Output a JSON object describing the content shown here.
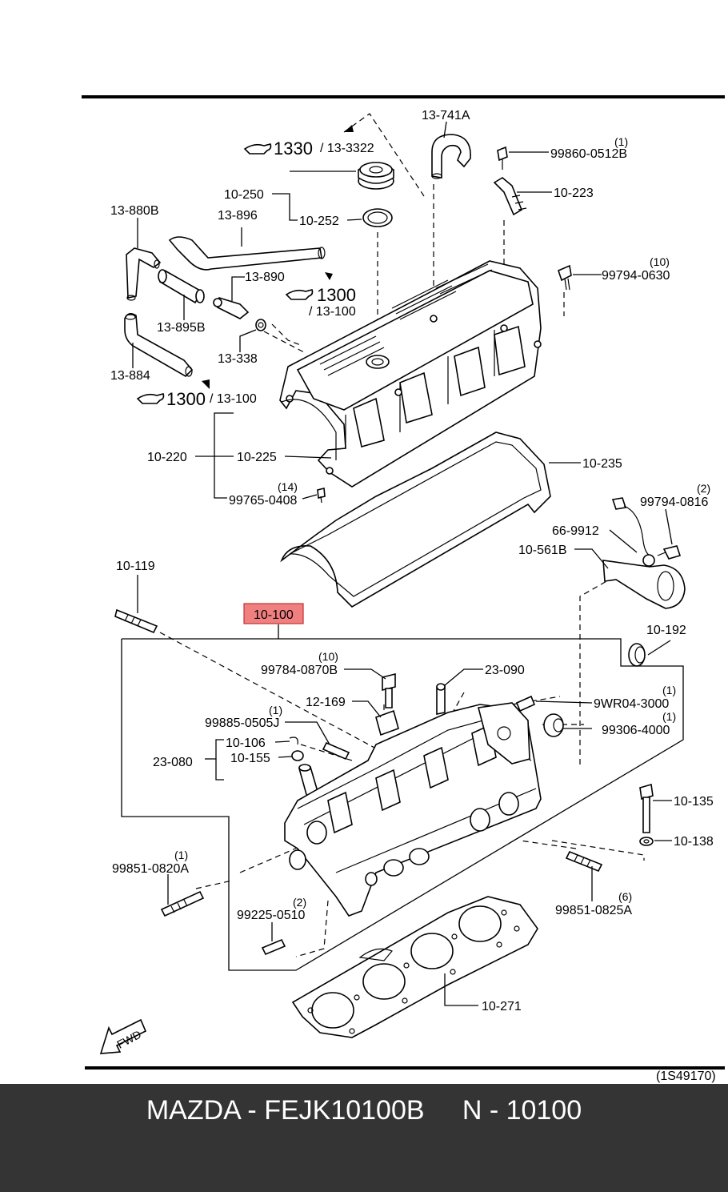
{
  "header_label": "13-741A",
  "callouts": {
    "c1330": "1330",
    "c1330_ref": "/ 13-3322",
    "c1300a": "1300",
    "c1300a_ref": "/ 13-100",
    "c1300b": "1300",
    "c1300b_ref": "/ 13-100"
  },
  "labels": {
    "p99860": "99860-0512B",
    "q99860": "(1)",
    "p10223": "10-223",
    "p10250": "10-250",
    "p10252": "10-252",
    "p13880b": "13-880B",
    "p13896": "13-896",
    "p13890": "13-890",
    "p13895b": "13-895B",
    "p13338": "13-338",
    "p13884": "13-884",
    "p99794a": "99794-0630",
    "q99794a": "(10)",
    "p10220": "10-220",
    "p10225": "10-225",
    "p10235": "10-235",
    "p99765": "99765-0408",
    "q99765": "(14)",
    "p99794b": "99794-0816",
    "q99794b": "(2)",
    "p669912": "66-9912",
    "p10561b": "10-561B",
    "p10119": "10-119",
    "p10100": "10-100",
    "p10192": "10-192",
    "p99784": "99784-0870B",
    "q99784": "(10)",
    "p23090": "23-090",
    "p12169": "12-169",
    "p9wr04": "9WR04-3000",
    "q9wr04": "(1)",
    "p99885": "99885-0505J",
    "q99885": "(1)",
    "p99306": "99306-4000",
    "q99306": "(1)",
    "p10106": "10-106",
    "p10155": "10-155",
    "p23080": "23-080",
    "p10135": "10-135",
    "p10138": "10-138",
    "p99851a": "99851-0820A",
    "q99851a": "(1)",
    "p99225": "99225-0510",
    "q99225": "(2)",
    "p99851b": "99851-0825A",
    "q99851b": "(6)",
    "p10271": "10-271",
    "fwd": "FWD",
    "figure_id": "(1S49170)"
  },
  "highlight_color": "#f08080",
  "footer": {
    "brand": "MAZDA",
    "part_number": "FEJK10100B",
    "ref": "N - 10100"
  }
}
